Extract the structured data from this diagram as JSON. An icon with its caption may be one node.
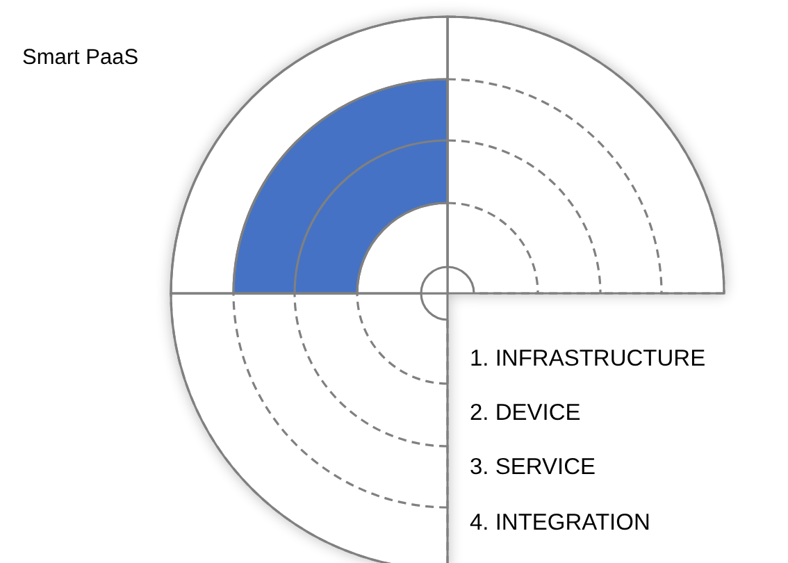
{
  "diagram": {
    "labels": [
      "Smart PaaS",
      "1. INFRASTRUCTURE",
      "2. DEVICE",
      "3. SERVICE",
      "4. INTEGRATION"
    ]
  }
}
